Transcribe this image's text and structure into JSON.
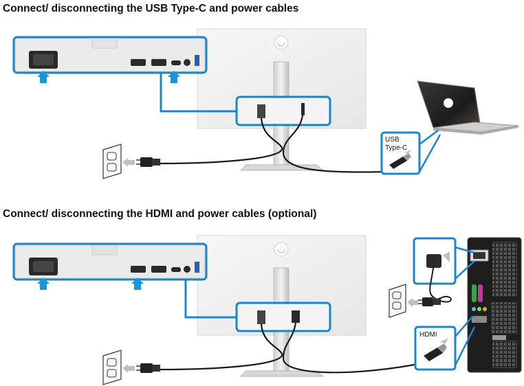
{
  "sections": [
    {
      "heading": "Connect/ disconnecting the USB Type-C and power cables",
      "callout_label_line1": "USB",
      "callout_label_line2": "Type-C"
    },
    {
      "heading": "Connect/ disconnecting the HDMI and power cables (optional)",
      "callout_label_line1": "HDMI"
    }
  ],
  "colors": {
    "callout_blue": "#1a86c8",
    "arrow_blue": "#1796d9",
    "cable_black": "#1a1a1a",
    "monitor_white": "#f0f0f0"
  }
}
